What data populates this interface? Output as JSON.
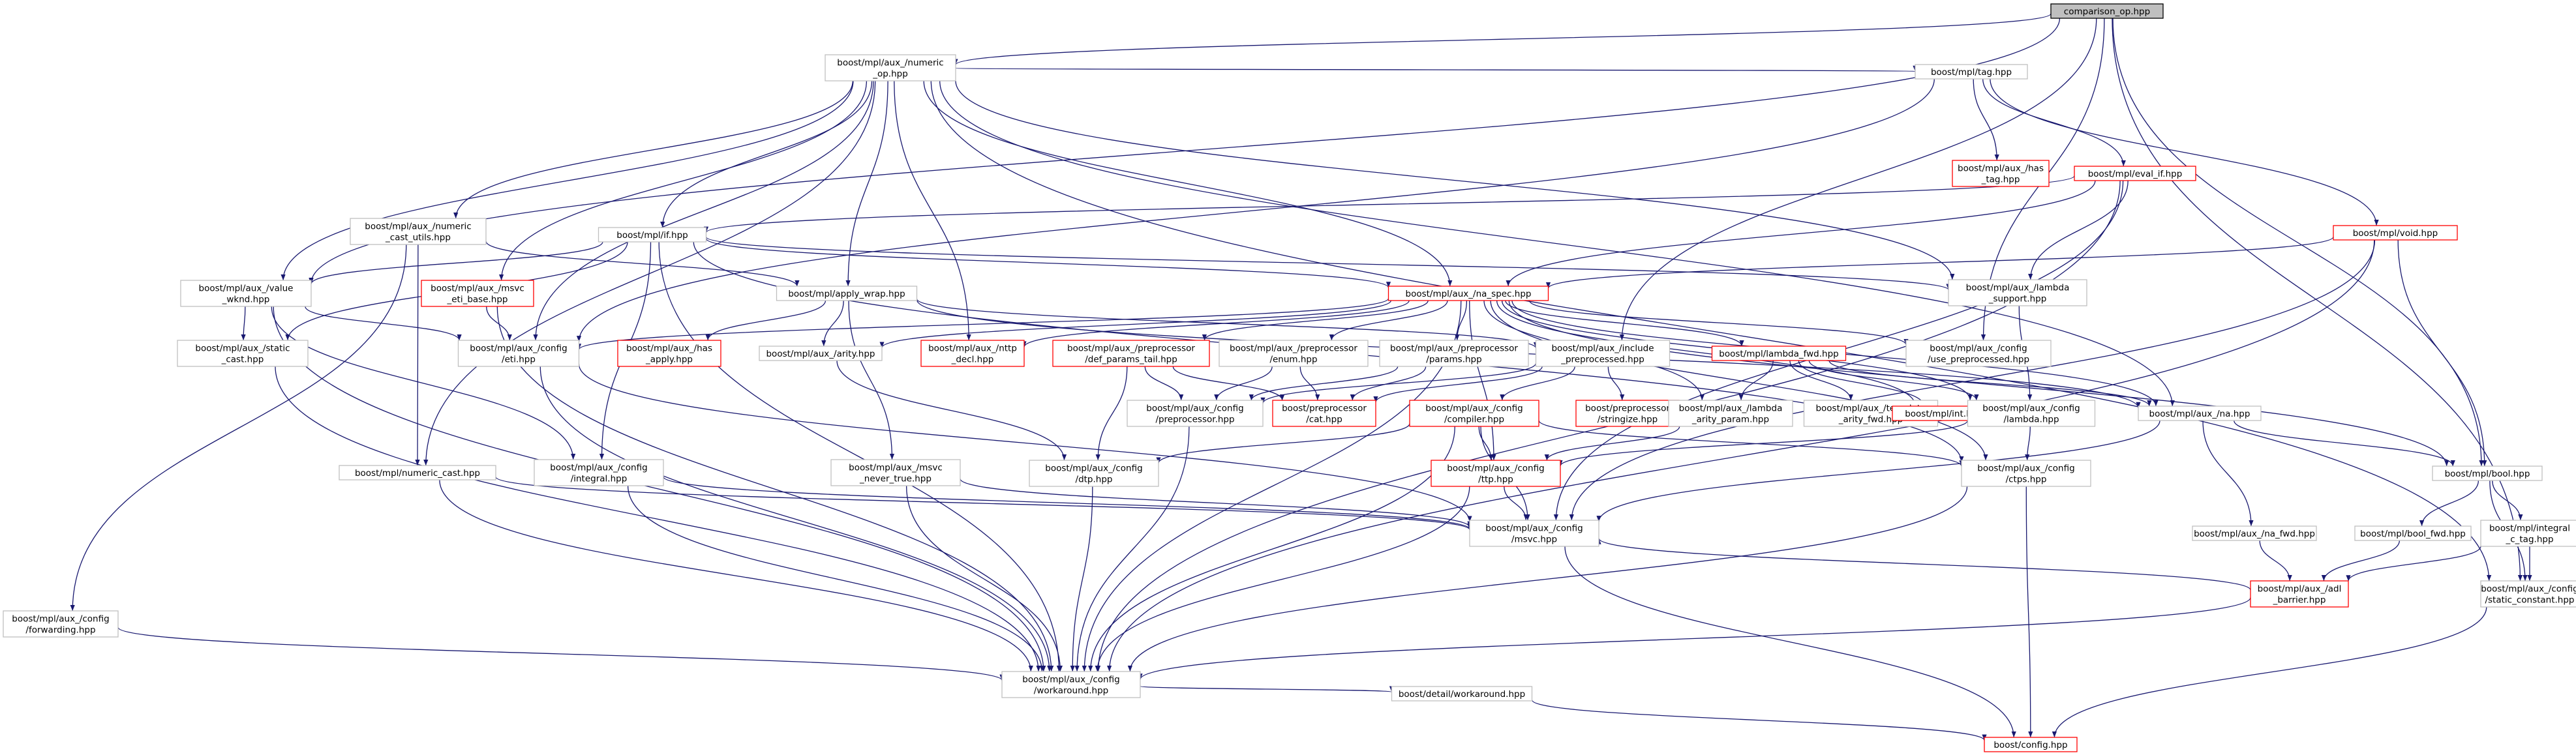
{
  "colors": {
    "edge": "#191970",
    "node_border": "#bfbfbf",
    "missing_border": "#ff0000",
    "root_fill": "#bfbfbf",
    "background": "#ffffff"
  },
  "nodes": [
    {
      "id": "comparison_op",
      "lines": [
        "comparison_op.hpp"
      ],
      "style": "root"
    },
    {
      "id": "numeric_op",
      "lines": [
        "boost/mpl/aux_/numeric",
        "_op.hpp"
      ],
      "style": "normal"
    },
    {
      "id": "tag",
      "lines": [
        "boost/mpl/tag.hpp"
      ],
      "style": "normal"
    },
    {
      "id": "has_tag",
      "lines": [
        "boost/mpl/aux_/has",
        "_tag.hpp"
      ],
      "style": "missing"
    },
    {
      "id": "eval_if",
      "lines": [
        "boost/mpl/eval_if.hpp"
      ],
      "style": "missing"
    },
    {
      "id": "void",
      "lines": [
        "boost/mpl/void.hpp"
      ],
      "style": "missing"
    },
    {
      "id": "numeric_cast_utils",
      "lines": [
        "boost/mpl/aux_/numeric",
        "_cast_utils.hpp"
      ],
      "style": "normal"
    },
    {
      "id": "if",
      "lines": [
        "boost/mpl/if.hpp"
      ],
      "style": "normal"
    },
    {
      "id": "value_wknd",
      "lines": [
        "boost/mpl/aux_/value",
        "_wknd.hpp"
      ],
      "style": "normal"
    },
    {
      "id": "msvc_eti_base",
      "lines": [
        "boost/mpl/aux_/msvc",
        "_eti_base.hpp"
      ],
      "style": "missing"
    },
    {
      "id": "apply_wrap",
      "lines": [
        "boost/mpl/apply_wrap.hpp"
      ],
      "style": "normal"
    },
    {
      "id": "na_spec",
      "lines": [
        "boost/mpl/aux_/na_spec.hpp"
      ],
      "style": "missing"
    },
    {
      "id": "lambda_support",
      "lines": [
        "boost/mpl/aux_/lambda",
        "_support.hpp"
      ],
      "style": "normal"
    },
    {
      "id": "static_cast",
      "lines": [
        "boost/mpl/aux_/static",
        "_cast.hpp"
      ],
      "style": "normal"
    },
    {
      "id": "eti",
      "lines": [
        "boost/mpl/aux_/config",
        "/eti.hpp"
      ],
      "style": "normal"
    },
    {
      "id": "has_apply",
      "lines": [
        "boost/mpl/aux_/has",
        "_apply.hpp"
      ],
      "style": "missing"
    },
    {
      "id": "arity",
      "lines": [
        "boost/mpl/aux_/arity.hpp"
      ],
      "style": "normal"
    },
    {
      "id": "nttp_decl",
      "lines": [
        "boost/mpl/aux_/nttp",
        "_decl.hpp"
      ],
      "style": "missing"
    },
    {
      "id": "def_params_tail",
      "lines": [
        "boost/mpl/aux_/preprocessor",
        "/def_params_tail.hpp"
      ],
      "style": "missing"
    },
    {
      "id": "enum",
      "lines": [
        "boost/mpl/aux_/preprocessor",
        "/enum.hpp"
      ],
      "style": "normal"
    },
    {
      "id": "pp_params",
      "lines": [
        "boost/mpl/aux_/preprocessor",
        "/params.hpp"
      ],
      "style": "normal"
    },
    {
      "id": "include_preprocessed",
      "lines": [
        "boost/mpl/aux_/include",
        "_preprocessed.hpp"
      ],
      "style": "normal"
    },
    {
      "id": "lambda_fwd",
      "lines": [
        "boost/mpl/lambda_fwd.hpp"
      ],
      "style": "missing"
    },
    {
      "id": "use_preprocessed",
      "lines": [
        "boost/mpl/aux_/config",
        "/use_preprocessed.hpp"
      ],
      "style": "normal"
    },
    {
      "id": "pp_cfg",
      "lines": [
        "boost/mpl/aux_/config",
        "/preprocessor.hpp"
      ],
      "style": "normal"
    },
    {
      "id": "cat",
      "lines": [
        "boost/preprocessor",
        "/cat.hpp"
      ],
      "style": "missing"
    },
    {
      "id": "compiler",
      "lines": [
        "boost/mpl/aux_/config",
        "/compiler.hpp"
      ],
      "style": "missing"
    },
    {
      "id": "stringize",
      "lines": [
        "boost/preprocessor",
        "/stringize.hpp"
      ],
      "style": "missing"
    },
    {
      "id": "lambda_arity_param",
      "lines": [
        "boost/mpl/aux_/lambda",
        "_arity_param.hpp"
      ],
      "style": "normal"
    },
    {
      "id": "template_arity_fwd",
      "lines": [
        "boost/mpl/aux_/template",
        "_arity_fwd.hpp"
      ],
      "style": "normal"
    },
    {
      "id": "int",
      "lines": [
        "boost/mpl/int.hpp"
      ],
      "style": "missing"
    },
    {
      "id": "lambda_cfg",
      "lines": [
        "boost/mpl/aux_/config",
        "/lambda.hpp"
      ],
      "style": "normal"
    },
    {
      "id": "na",
      "lines": [
        "boost/mpl/aux_/na.hpp"
      ],
      "style": "normal"
    },
    {
      "id": "ttp",
      "lines": [
        "boost/mpl/aux_/config",
        "/ttp.hpp"
      ],
      "style": "missing"
    },
    {
      "id": "ctps",
      "lines": [
        "boost/mpl/aux_/config",
        "/ctps.hpp"
      ],
      "style": "normal"
    },
    {
      "id": "numeric_cast",
      "lines": [
        "boost/mpl/numeric_cast.hpp"
      ],
      "style": "normal"
    },
    {
      "id": "integral_cfg",
      "lines": [
        "boost/mpl/aux_/config",
        "/integral.hpp"
      ],
      "style": "normal"
    },
    {
      "id": "msvc_never_true",
      "lines": [
        "boost/mpl/aux_/msvc",
        "_never_true.hpp"
      ],
      "style": "normal"
    },
    {
      "id": "dtp",
      "lines": [
        "boost/mpl/aux_/config",
        "/dtp.hpp"
      ],
      "style": "normal"
    },
    {
      "id": "msvc",
      "lines": [
        "boost/mpl/aux_/config",
        "/msvc.hpp"
      ],
      "style": "normal"
    },
    {
      "id": "bool",
      "lines": [
        "boost/mpl/bool.hpp"
      ],
      "style": "normal"
    },
    {
      "id": "na_fwd",
      "lines": [
        "boost/mpl/aux_/na_fwd.hpp"
      ],
      "style": "normal"
    },
    {
      "id": "bool_fwd",
      "lines": [
        "boost/mpl/bool_fwd.hpp"
      ],
      "style": "normal"
    },
    {
      "id": "integral_c_tag",
      "lines": [
        "boost/mpl/integral",
        "_c_tag.hpp"
      ],
      "style": "normal"
    },
    {
      "id": "forwarding",
      "lines": [
        "boost/mpl/aux_/config",
        "/forwarding.hpp"
      ],
      "style": "normal"
    },
    {
      "id": "adl_barrier",
      "lines": [
        "boost/mpl/aux_/adl",
        "_barrier.hpp"
      ],
      "style": "missing"
    },
    {
      "id": "static_constant",
      "lines": [
        "boost/mpl/aux_/config",
        "/static_constant.hpp"
      ],
      "style": "normal"
    },
    {
      "id": "workaround",
      "lines": [
        "boost/mpl/aux_/config",
        "/workaround.hpp"
      ],
      "style": "normal"
    },
    {
      "id": "detail_workaround",
      "lines": [
        "boost/detail/workaround.hpp"
      ],
      "style": "normal"
    },
    {
      "id": "config",
      "lines": [
        "boost/config.hpp"
      ],
      "style": "missing"
    }
  ],
  "edges": [
    [
      "comparison_op",
      "numeric_op"
    ],
    [
      "comparison_op",
      "value_wknd"
    ],
    [
      "comparison_op",
      "include_preprocessed"
    ],
    [
      "comparison_op",
      "use_preprocessed"
    ],
    [
      "comparison_op",
      "bool"
    ],
    [
      "comparison_op",
      "static_constant"
    ],
    [
      "numeric_op",
      "tag"
    ],
    [
      "numeric_op",
      "numeric_cast_utils"
    ],
    [
      "numeric_op",
      "if"
    ],
    [
      "numeric_op",
      "value_wknd"
    ],
    [
      "numeric_op",
      "msvc_eti_base"
    ],
    [
      "numeric_op",
      "apply_wrap"
    ],
    [
      "numeric_op",
      "na_spec"
    ],
    [
      "numeric_op",
      "lambda_support"
    ],
    [
      "numeric_op",
      "eti"
    ],
    [
      "numeric_op",
      "nttp_decl"
    ],
    [
      "numeric_op",
      "numeric_cast"
    ],
    [
      "numeric_op",
      "na"
    ],
    [
      "numeric_op",
      "static_constant"
    ],
    [
      "tag",
      "has_tag"
    ],
    [
      "tag",
      "eval_if"
    ],
    [
      "tag",
      "void"
    ],
    [
      "tag",
      "eti"
    ],
    [
      "eval_if",
      "if"
    ],
    [
      "eval_if",
      "na_spec"
    ],
    [
      "eval_if",
      "lambda_support"
    ],
    [
      "eval_if",
      "msvc"
    ],
    [
      "eval_if",
      "workaround"
    ],
    [
      "void",
      "na_spec"
    ],
    [
      "void",
      "bool"
    ],
    [
      "void",
      "msvc"
    ],
    [
      "void",
      "workaround"
    ],
    [
      "numeric_cast_utils",
      "apply_wrap"
    ],
    [
      "numeric_cast_utils",
      "numeric_cast"
    ],
    [
      "numeric_cast_utils",
      "forwarding"
    ],
    [
      "if",
      "value_wknd"
    ],
    [
      "if",
      "static_cast"
    ],
    [
      "if",
      "na_spec"
    ],
    [
      "if",
      "lambda_support"
    ],
    [
      "if",
      "integral_cfg"
    ],
    [
      "if",
      "ctps"
    ],
    [
      "if",
      "workaround"
    ],
    [
      "value_wknd",
      "static_cast"
    ],
    [
      "value_wknd",
      "integral_cfg"
    ],
    [
      "value_wknd",
      "eti"
    ],
    [
      "value_wknd",
      "workaround"
    ],
    [
      "msvc_eti_base",
      "eti"
    ],
    [
      "msvc_eti_base",
      "workaround"
    ],
    [
      "msvc_eti_base",
      "is_placeholder_hidden"
    ],
    [
      "apply_wrap",
      "has_apply"
    ],
    [
      "apply_wrap",
      "arity"
    ],
    [
      "apply_wrap",
      "include_preprocessed"
    ],
    [
      "apply_wrap",
      "msvc_never_true"
    ],
    [
      "apply_wrap",
      "na"
    ],
    [
      "na_spec",
      "eti"
    ],
    [
      "na_spec",
      "arity"
    ],
    [
      "na_spec",
      "nttp_decl"
    ],
    [
      "na_spec",
      "def_params_tail"
    ],
    [
      "na_spec",
      "enum"
    ],
    [
      "na_spec",
      "pp_params"
    ],
    [
      "na_spec",
      "lambda_fwd"
    ],
    [
      "na_spec",
      "use_preprocessed"
    ],
    [
      "na_spec",
      "lambda_arity_param"
    ],
    [
      "na_spec",
      "int"
    ],
    [
      "na_spec",
      "lambda_cfg"
    ],
    [
      "na_spec",
      "na"
    ],
    [
      "na_spec",
      "ttp"
    ],
    [
      "na_spec",
      "ctps"
    ],
    [
      "na_spec",
      "bool"
    ],
    [
      "na_spec",
      "workaround"
    ],
    [
      "lambda_support",
      "lambda_cfg"
    ],
    [
      "static_cast",
      "workaround"
    ],
    [
      "eti",
      "msvc"
    ],
    [
      "eti",
      "workaround"
    ],
    [
      "arity",
      "dtp"
    ],
    [
      "def_params_tail",
      "pp_cfg"
    ],
    [
      "def_params_tail",
      "cat"
    ],
    [
      "def_params_tail",
      "dtp"
    ],
    [
      "enum",
      "pp_cfg"
    ],
    [
      "enum",
      "cat"
    ],
    [
      "pp_params",
      "pp_cfg"
    ],
    [
      "pp_params",
      "cat"
    ],
    [
      "include_preprocessed",
      "pp_cfg"
    ],
    [
      "include_preprocessed",
      "cat"
    ],
    [
      "include_preprocessed",
      "compiler"
    ],
    [
      "include_preprocessed",
      "stringize"
    ],
    [
      "lambda_fwd",
      "lambda_arity_param"
    ],
    [
      "lambda_fwd",
      "template_arity_fwd"
    ],
    [
      "lambda_fwd",
      "int"
    ],
    [
      "lambda_fwd",
      "lambda_cfg"
    ],
    [
      "lambda_fwd",
      "na"
    ],
    [
      "pp_cfg",
      "workaround"
    ],
    [
      "compiler",
      "dtp"
    ],
    [
      "compiler",
      "ttp"
    ],
    [
      "compiler",
      "ctps"
    ],
    [
      "compiler",
      "msvc"
    ],
    [
      "compiler",
      "workaround"
    ],
    [
      "lambda_arity_param",
      "ttp"
    ],
    [
      "lambda_cfg",
      "ttp"
    ],
    [
      "lambda_cfg",
      "ctps"
    ],
    [
      "na",
      "na_fwd"
    ],
    [
      "na",
      "bool"
    ],
    [
      "na",
      "msvc"
    ],
    [
      "ttp",
      "msvc"
    ],
    [
      "ttp",
      "workaround"
    ],
    [
      "ctps",
      "workaround"
    ],
    [
      "ctps",
      "config"
    ],
    [
      "numeric_cast",
      "msvc"
    ],
    [
      "numeric_cast",
      "workaround"
    ],
    [
      "integral_cfg",
      "msvc"
    ],
    [
      "integral_cfg",
      "workaround"
    ],
    [
      "msvc_never_true",
      "msvc"
    ],
    [
      "msvc_never_true",
      "workaround"
    ],
    [
      "dtp",
      "workaround"
    ],
    [
      "msvc",
      "config"
    ],
    [
      "bool",
      "bool_fwd"
    ],
    [
      "bool",
      "integral_c_tag"
    ],
    [
      "bool",
      "static_constant"
    ],
    [
      "na_fwd",
      "adl_barrier"
    ],
    [
      "bool_fwd",
      "adl_barrier"
    ],
    [
      "integral_c_tag",
      "adl_barrier"
    ],
    [
      "integral_c_tag",
      "static_constant"
    ],
    [
      "forwarding",
      "workaround"
    ],
    [
      "adl_barrier",
      "msvc"
    ],
    [
      "adl_barrier",
      "workaround"
    ],
    [
      "static_constant",
      "config"
    ],
    [
      "workaround",
      "detail_workaround"
    ],
    [
      "detail_workaround",
      "config"
    ]
  ]
}
